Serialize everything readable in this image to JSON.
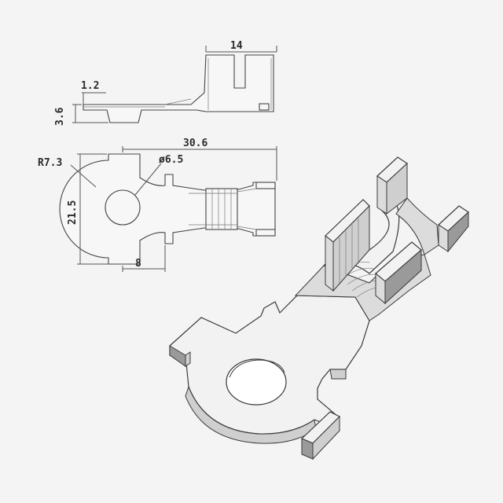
{
  "drawing": {
    "dimensions": {
      "side_width": "14",
      "side_thickness": "1.2",
      "side_height": "3.6",
      "total_length": "30.6",
      "radius": "R7.3",
      "hole_diameter": "ø6.5",
      "ring_height": "21.5",
      "tab_width": "8"
    }
  }
}
